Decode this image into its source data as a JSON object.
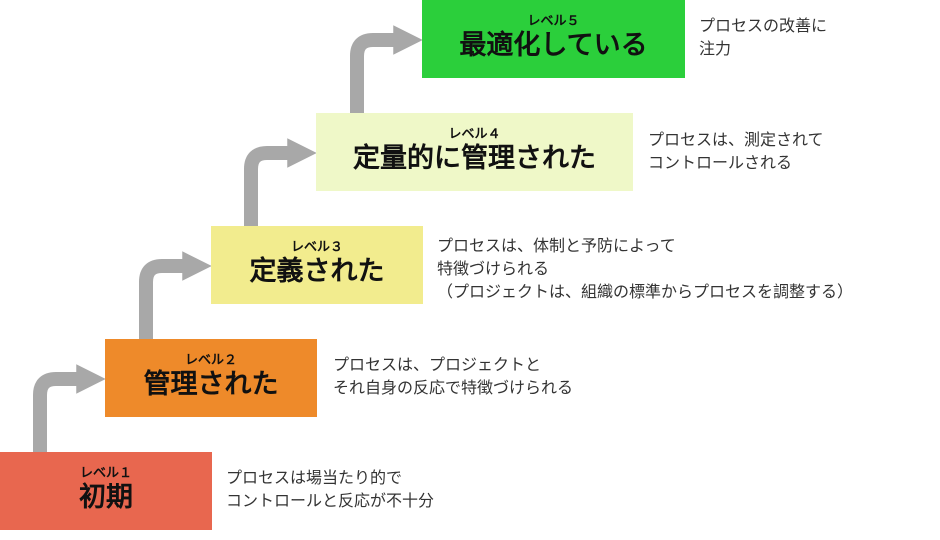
{
  "colors": {
    "level1": "#e8674f",
    "level2": "#ee8a2a",
    "level3": "#f2ec8e",
    "level4": "#eff8c8",
    "level5": "#2bcf3b",
    "arrow": "#a8a8a8"
  },
  "levels": [
    {
      "number": "レベル１",
      "name": "初期",
      "description": [
        "プロセスは場当たり的で",
        "コントロールと反応が不十分"
      ]
    },
    {
      "number": "レベル２",
      "name": "管理された",
      "description": [
        "プロセスは、プロジェクトと",
        "それ自身の反応で特徴づけられる"
      ]
    },
    {
      "number": "レベル３",
      "name": "定義された",
      "description": [
        "プロセスは、体制と予防によって",
        "特徴づけられる",
        "（プロジェクトは、組織の標準からプロセスを調整する）"
      ]
    },
    {
      "number": "レベル４",
      "name": "定量的に管理された",
      "description": [
        "プロセスは、測定されて",
        "コントロールされる"
      ]
    },
    {
      "number": "レベル５",
      "name": "最適化している",
      "description": [
        "プロセスの改善に",
        "注力"
      ]
    }
  ]
}
